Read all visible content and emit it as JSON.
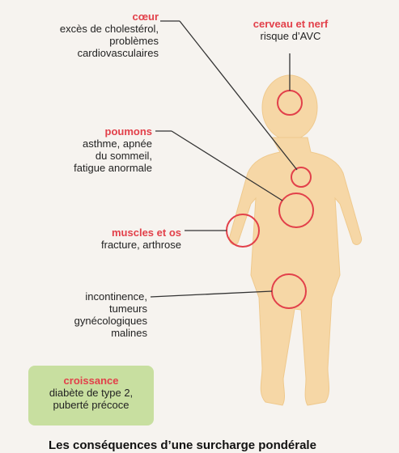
{
  "labels": {
    "coeur": {
      "title": "cœur",
      "lines": [
        "excès de cholestérol,",
        "problèmes",
        "cardiovasculaires"
      ]
    },
    "cerveau": {
      "title": "cerveau et nerf",
      "lines": [
        "risque d’AVC"
      ]
    },
    "poumons": {
      "title": "poumons",
      "lines": [
        "asthme, apnée",
        "du sommeil,",
        "fatigue anormale"
      ]
    },
    "muscles": {
      "title": "muscles et os",
      "lines": [
        "fracture, arthrose"
      ]
    },
    "gyneco": {
      "title": "",
      "lines": [
        "incontinence,",
        "tumeurs",
        "gynécologiques",
        "malines"
      ]
    },
    "croissance": {
      "title": "croissance",
      "lines": [
        "diabète de type 2,",
        "puberté précoce"
      ]
    }
  },
  "caption": "Les conséquences d’une surcharge pondérale",
  "colors": {
    "accent": "#e2404a",
    "body": "#f6d7a6",
    "box": "#c8dfa0",
    "line": "#333333"
  }
}
